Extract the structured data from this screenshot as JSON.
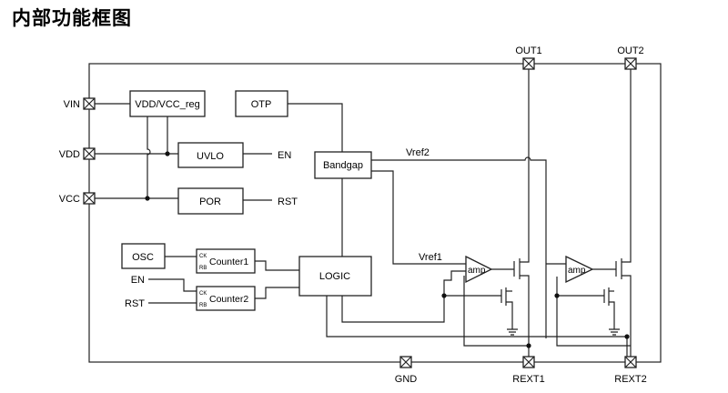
{
  "title": "内部功能框图",
  "pins": {
    "vin": "VIN",
    "vdd": "VDD",
    "vcc": "VCC",
    "out1": "OUT1",
    "out2": "OUT2",
    "gnd": "GND",
    "rext1": "REXT1",
    "rext2": "REXT2"
  },
  "blocks": {
    "vdd_vcc_reg": "VDD/VCC_reg",
    "otp": "OTP",
    "uvlo": "UVLO",
    "por": "POR",
    "bandgap": "Bandgap",
    "osc": "OSC",
    "counter1": "Counter1",
    "counter2": "Counter2",
    "logic": "LOGIC",
    "amp1": "amp",
    "amp2": "amp",
    "ck": "CK",
    "rb": "RB"
  },
  "signals": {
    "en_out": "EN",
    "rst_out": "RST",
    "en_in": "EN",
    "rst_in": "RST",
    "vref1": "Vref1",
    "vref2": "Vref2"
  }
}
